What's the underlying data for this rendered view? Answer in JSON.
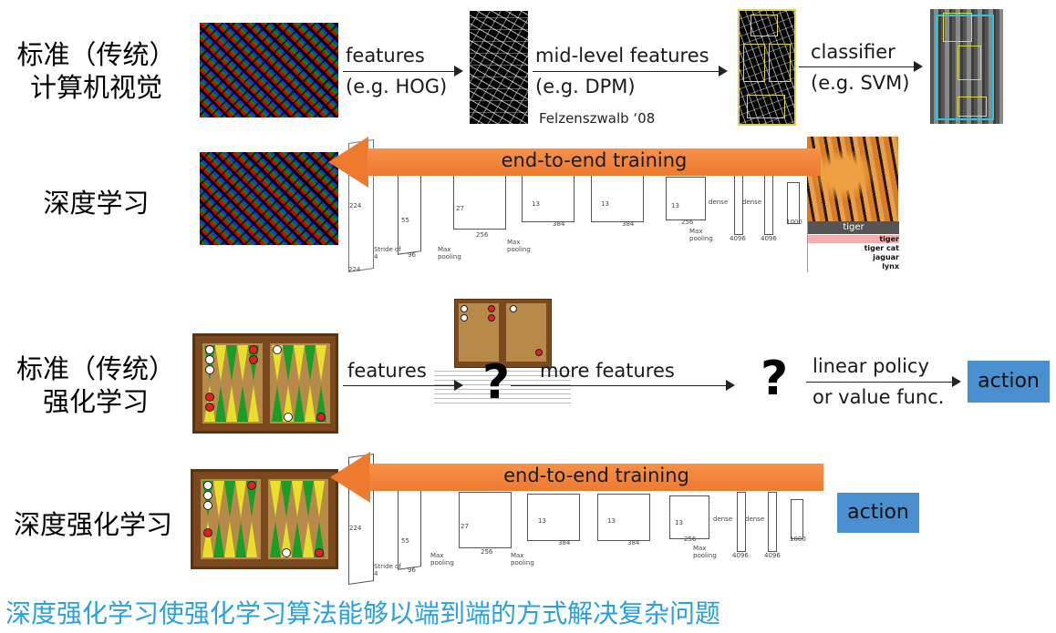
{
  "rows": {
    "cv_traditional": "标准（传统）计算机视觉",
    "deep_learning": "深度学习",
    "rl_traditional": "标准（传统）强化学习",
    "deep_rl": "深度强化学习"
  },
  "cv_pipeline": {
    "features": "features",
    "features_example": "(e.g. HOG)",
    "mid_level": "mid-level features",
    "mid_level_example": "(e.g. DPM)",
    "citation": "Felzenszwalb ‘08",
    "classifier": "classifier",
    "classifier_example": "(e.g. SVM)"
  },
  "dl_pipeline": {
    "end_to_end": "end-to-end training",
    "cnn_labels": [
      "224",
      "224",
      "Stride of 4",
      "96",
      "55",
      "Max pooling",
      "27",
      "256",
      "Max pooling",
      "13",
      "384",
      "13",
      "384",
      "13",
      "256",
      "Max pooling",
      "dense",
      "dense",
      "4096",
      "4096",
      "1000"
    ],
    "predictions": [
      "tiger",
      "tiger",
      "tiger cat",
      "jaguar",
      "lynx"
    ]
  },
  "rl_pipeline": {
    "features": "features",
    "more_features": "more features",
    "question": "?",
    "policy_line1": "linear policy",
    "policy_line2": "or value func.",
    "action": "action"
  },
  "drl_pipeline": {
    "end_to_end": "end-to-end training",
    "action": "action"
  },
  "footer": "深度强化学习使强化学习算法能够以端到端的方式解决复杂问题",
  "colors": {
    "arrow": "#ee7a2f",
    "action_box": "#4a90d0",
    "footer_text": "#2aa0e0"
  }
}
